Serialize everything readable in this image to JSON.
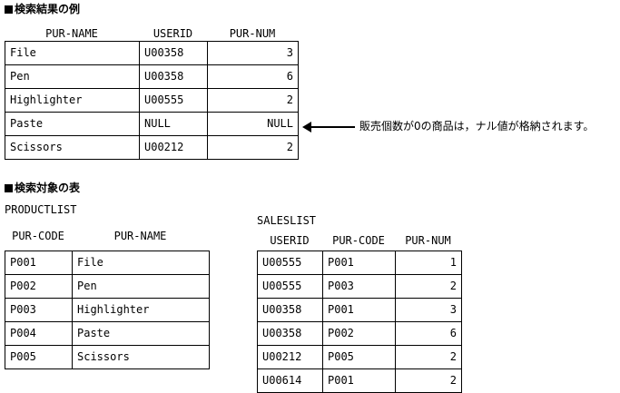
{
  "page": {
    "background": "#ffffff",
    "ink": "#000000"
  },
  "result_section": {
    "heading": "検索結果の例",
    "bullet_glyph": "■",
    "column_headers": [
      "PUR-NAME",
      "USERID",
      "PUR-NUM"
    ],
    "rows": [
      {
        "pur_name": "File",
        "userid": "U00358",
        "pur_num": "3"
      },
      {
        "pur_name": "Pen",
        "userid": "U00358",
        "pur_num": "6"
      },
      {
        "pur_name": "Highlighter",
        "userid": "U00555",
        "pur_num": "2"
      },
      {
        "pur_name": "Paste",
        "userid": "NULL",
        "pur_num": "NULL"
      },
      {
        "pur_name": "Scissors",
        "userid": "U00212",
        "pur_num": "2"
      }
    ],
    "annotation": {
      "text": "販売個数が0の商品は，ナル値が格納されます。",
      "points_at_row": 4
    }
  },
  "source_section": {
    "heading": "検索対象の表",
    "bullet_glyph": "■",
    "productlist": {
      "caption": "PRODUCTLIST",
      "column_headers": [
        "PUR-CODE",
        "PUR-NAME"
      ],
      "rows": [
        {
          "pur_code": "P001",
          "pur_name": "File"
        },
        {
          "pur_code": "P002",
          "pur_name": "Pen"
        },
        {
          "pur_code": "P003",
          "pur_name": "Highlighter"
        },
        {
          "pur_code": "P004",
          "pur_name": "Paste"
        },
        {
          "pur_code": "P005",
          "pur_name": "Scissors"
        }
      ]
    },
    "saleslist": {
      "caption": "SALESLIST",
      "column_headers": [
        "USERID",
        "PUR-CODE",
        "PUR-NUM"
      ],
      "rows": [
        {
          "userid": "U00555",
          "pur_code": "P001",
          "pur_num": "1"
        },
        {
          "userid": "U00555",
          "pur_code": "P003",
          "pur_num": "2"
        },
        {
          "userid": "U00358",
          "pur_code": "P001",
          "pur_num": "3"
        },
        {
          "userid": "U00358",
          "pur_code": "P002",
          "pur_num": "6"
        },
        {
          "userid": "U00212",
          "pur_code": "P005",
          "pur_num": "2"
        },
        {
          "userid": "U00614",
          "pur_code": "P001",
          "pur_num": "2"
        }
      ]
    }
  }
}
